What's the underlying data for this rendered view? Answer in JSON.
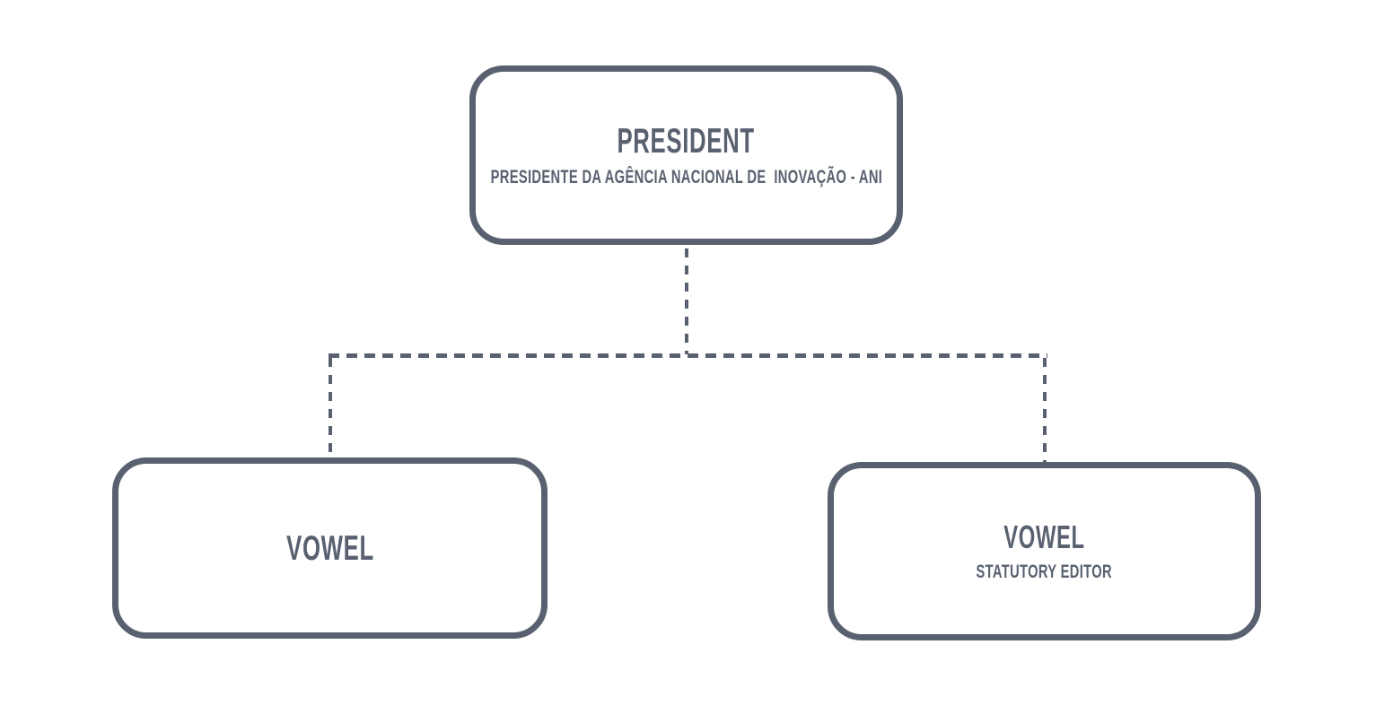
{
  "palette": {
    "line_color": "#596170",
    "background_color": "#ffffff"
  },
  "org_chart": {
    "root": {
      "title": "PRESIDENT",
      "subtitle": "PRESIDENTE DA AGÊNCIA NACIONAL DE  INOVAÇÃO - ANI"
    },
    "children": [
      {
        "title": "VOWEL",
        "subtitle": ""
      },
      {
        "title": "VOWEL",
        "subtitle": "STATUTORY EDITOR"
      }
    ]
  }
}
